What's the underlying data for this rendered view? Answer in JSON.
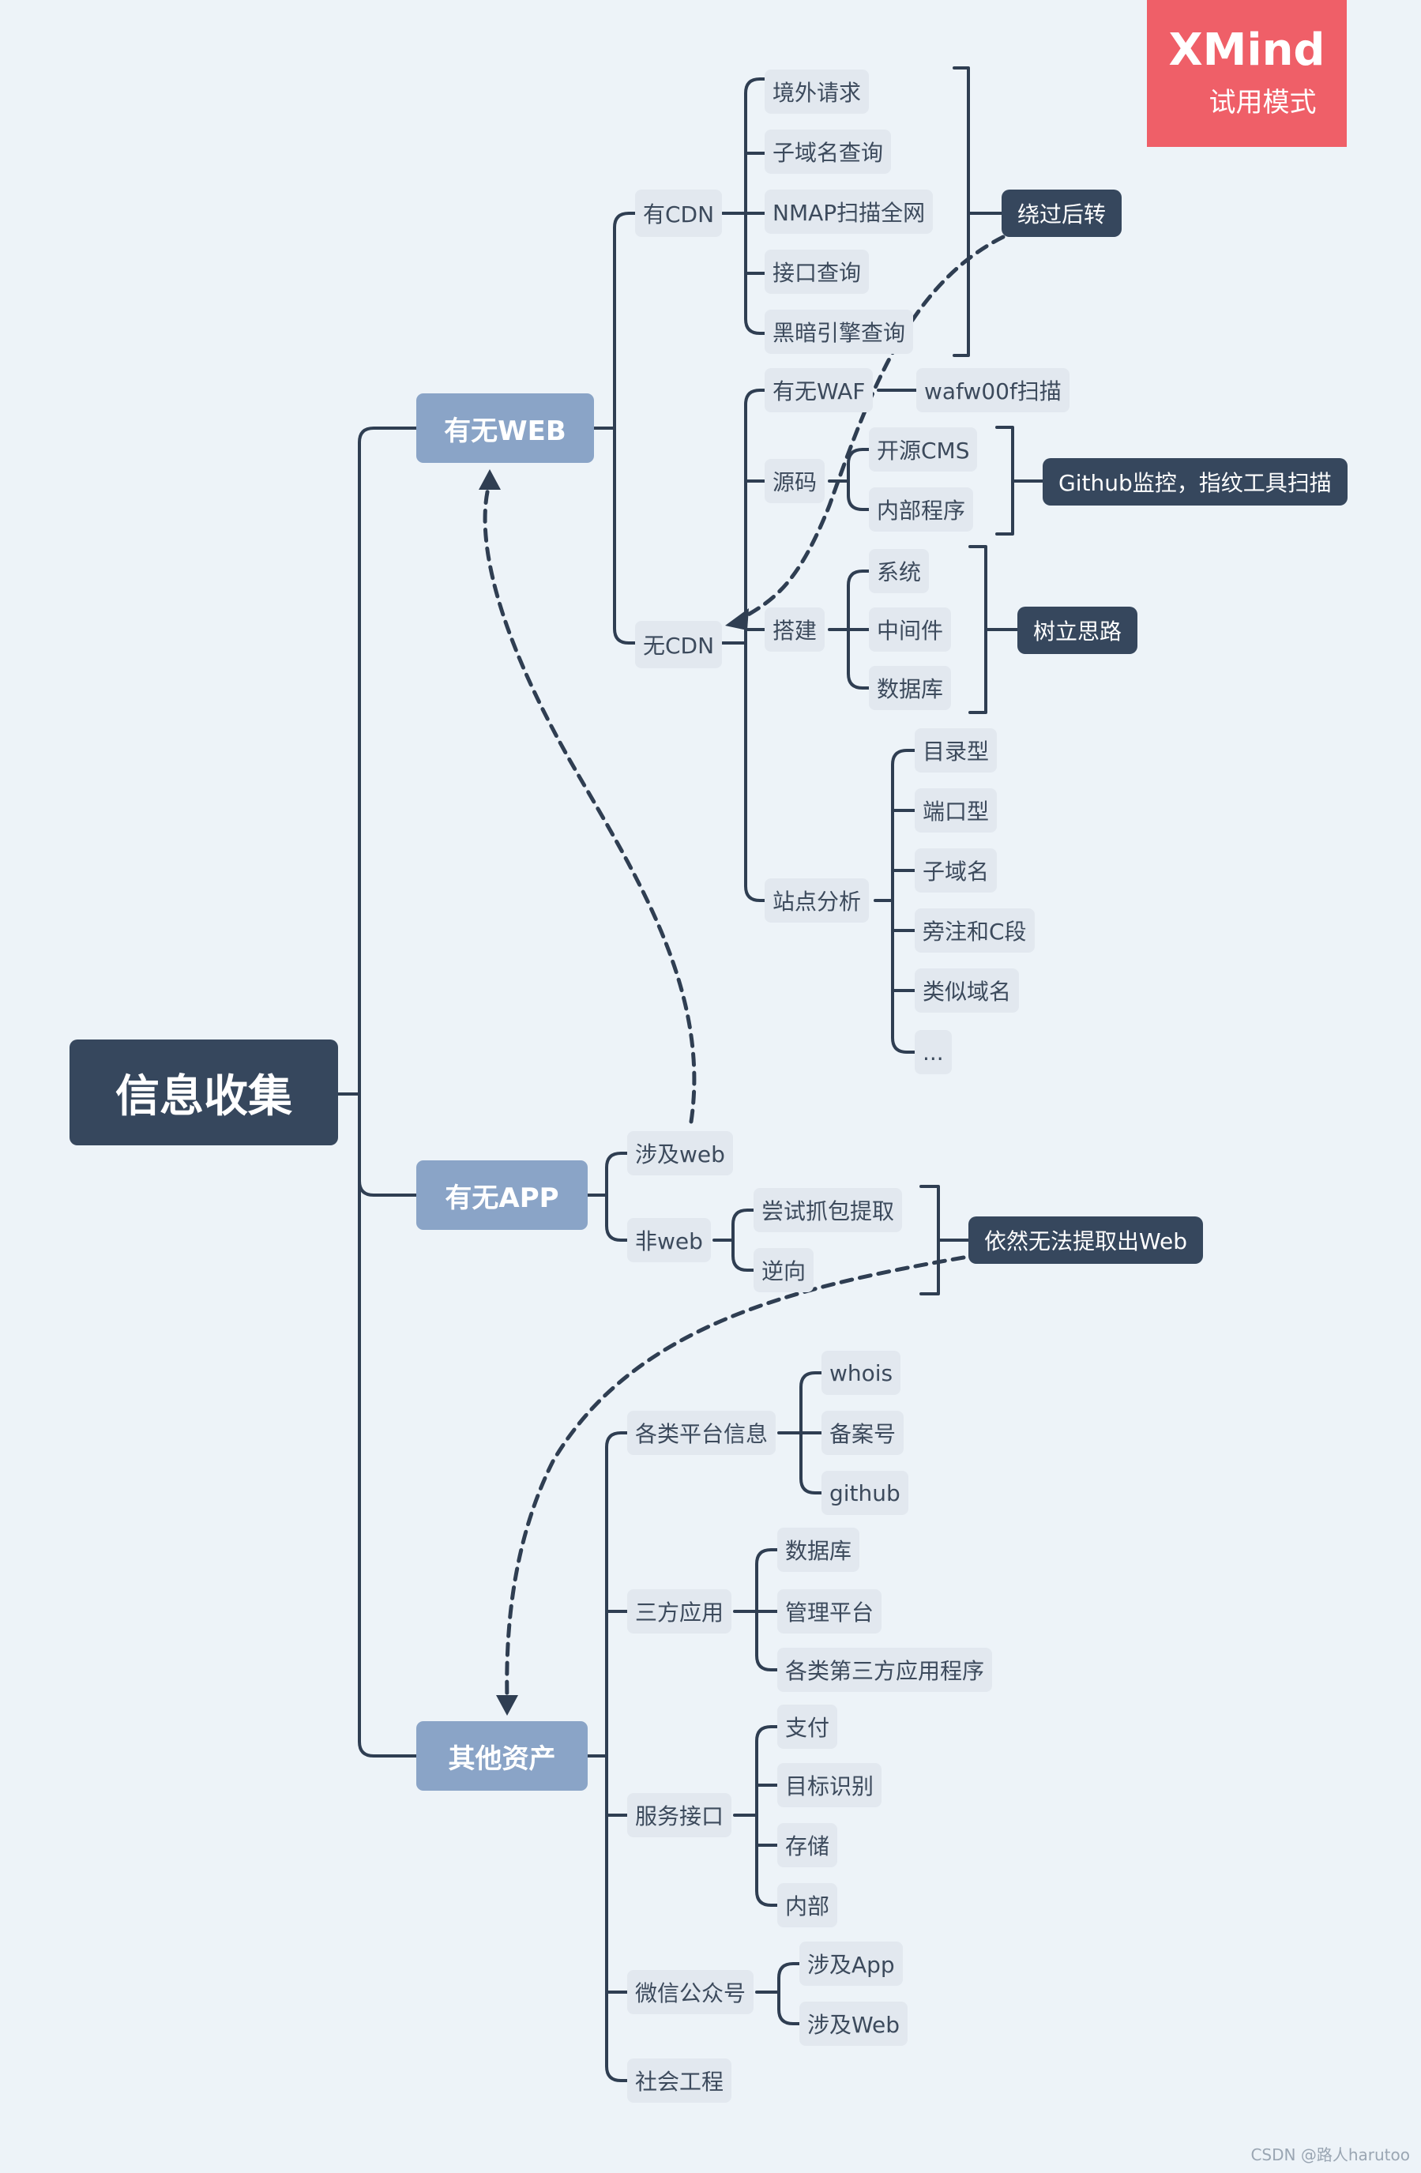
{
  "root": {
    "label": "信息收集"
  },
  "branches": {
    "web": {
      "label": "有无WEB",
      "cdn": {
        "label": "有CDN",
        "items": [
          "境外请求",
          "子域名查询",
          "NMAP扫描全网",
          "接口查询",
          "黑暗引擎查询"
        ]
      },
      "no_cdn": {
        "label": "无CDN",
        "waf": {
          "label": "有无WAF",
          "child": "wafw00f扫描"
        },
        "source": {
          "label": "源码",
          "items": [
            "开源CMS",
            "内部程序"
          ]
        },
        "build": {
          "label": "搭建",
          "items": [
            "系统",
            "中间件",
            "数据库"
          ]
        },
        "site": {
          "label": "站点分析",
          "items": [
            "目录型",
            "端口型",
            "子域名",
            "旁注和C段",
            "类似域名",
            "..."
          ]
        }
      }
    },
    "app": {
      "label": "有无APP",
      "involves_web": "涉及web",
      "non_web": {
        "label": "非web",
        "items": [
          "尝试抓包提取",
          "逆向"
        ]
      }
    },
    "other": {
      "label": "其他资产",
      "platform": {
        "label": "各类平台信息",
        "items": [
          "whois",
          "备案号",
          "github"
        ]
      },
      "third_party": {
        "label": "三方应用",
        "items": [
          "数据库",
          "管理平台",
          "各类第三方应用程序"
        ]
      },
      "service": {
        "label": "服务接口",
        "items": [
          "支付",
          "目标识别",
          "存储",
          "内部"
        ]
      },
      "wechat": {
        "label": "微信公众号",
        "items": [
          "涉及App",
          "涉及Web"
        ]
      },
      "social": {
        "label": "社会工程"
      }
    }
  },
  "notes": {
    "bypass": "绕过后转",
    "github": "Github监控，指纹工具扫描",
    "mindset": "树立思路",
    "no_web": "依然无法提取出Web"
  },
  "badge": {
    "brand": "XMind",
    "mode": "试用模式"
  },
  "watermark": "CSDN @路人harutoo",
  "colors": {
    "background": "#edf3f8",
    "root": "#36475d",
    "main": "#8aa4c7",
    "sub": "#e2e8ef",
    "line": "#2f3e52",
    "badge": "#ef5f68"
  }
}
